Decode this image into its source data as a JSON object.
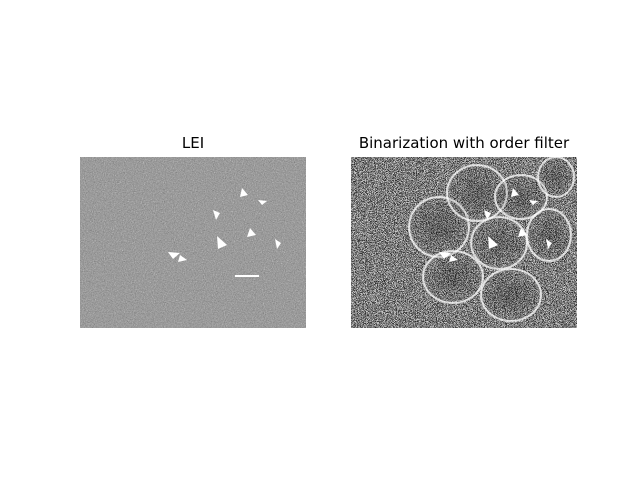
{
  "panels": [
    {
      "title": "LEI",
      "kind": "electron-micrograph",
      "style": "grayscale-noisy"
    },
    {
      "title": "Binarization with order filter",
      "kind": "binarized-micrograph",
      "style": "black-white-binary"
    }
  ],
  "colors": {
    "background": "#ffffff",
    "title_text": "#000000",
    "gray_mid": "#7a7a7a",
    "white": "#ffffff",
    "black": "#000000"
  }
}
